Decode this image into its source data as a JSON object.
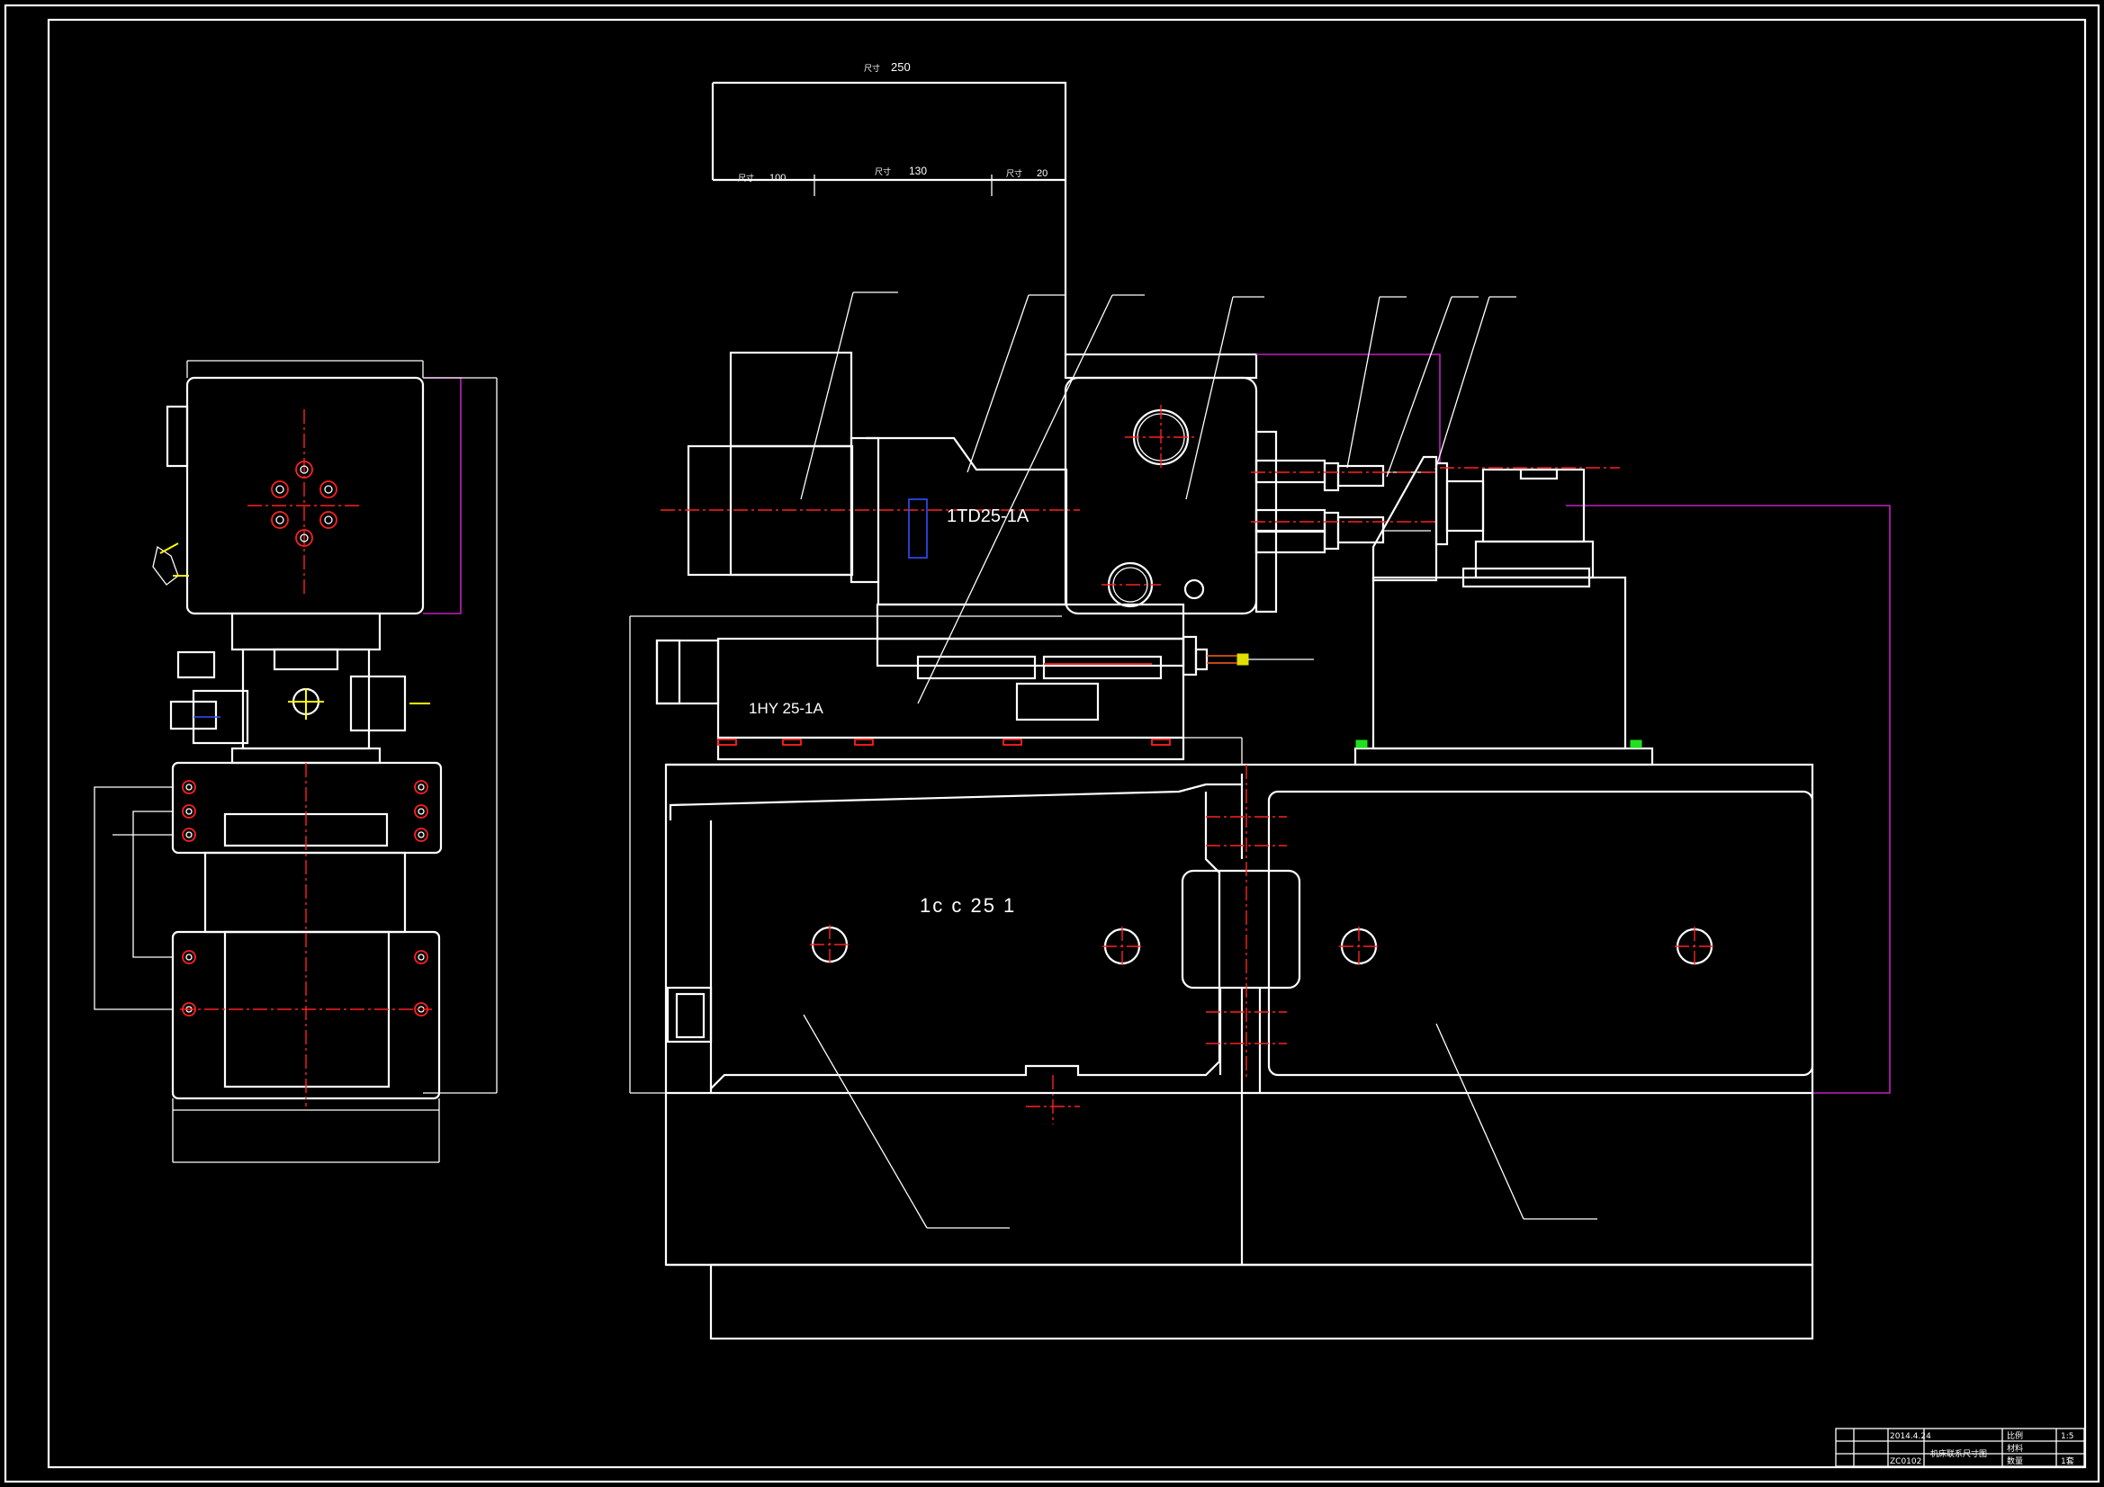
{
  "labels": {
    "power_head": "1TD25-1A",
    "slide_table": "1HY 25-1A",
    "base": "1c c 25 1",
    "dim_top": "250",
    "dim_100": "100",
    "dim_130": "130",
    "dim_20": "20"
  },
  "title_block": {
    "date": "2014.4.24",
    "drawing_title": "机床联系尺寸图",
    "scale_label": "比例",
    "scale_value": "1:5",
    "material_label": "材料",
    "qty_label": "数量",
    "qty_value": "1套",
    "code": "ZC0102"
  }
}
